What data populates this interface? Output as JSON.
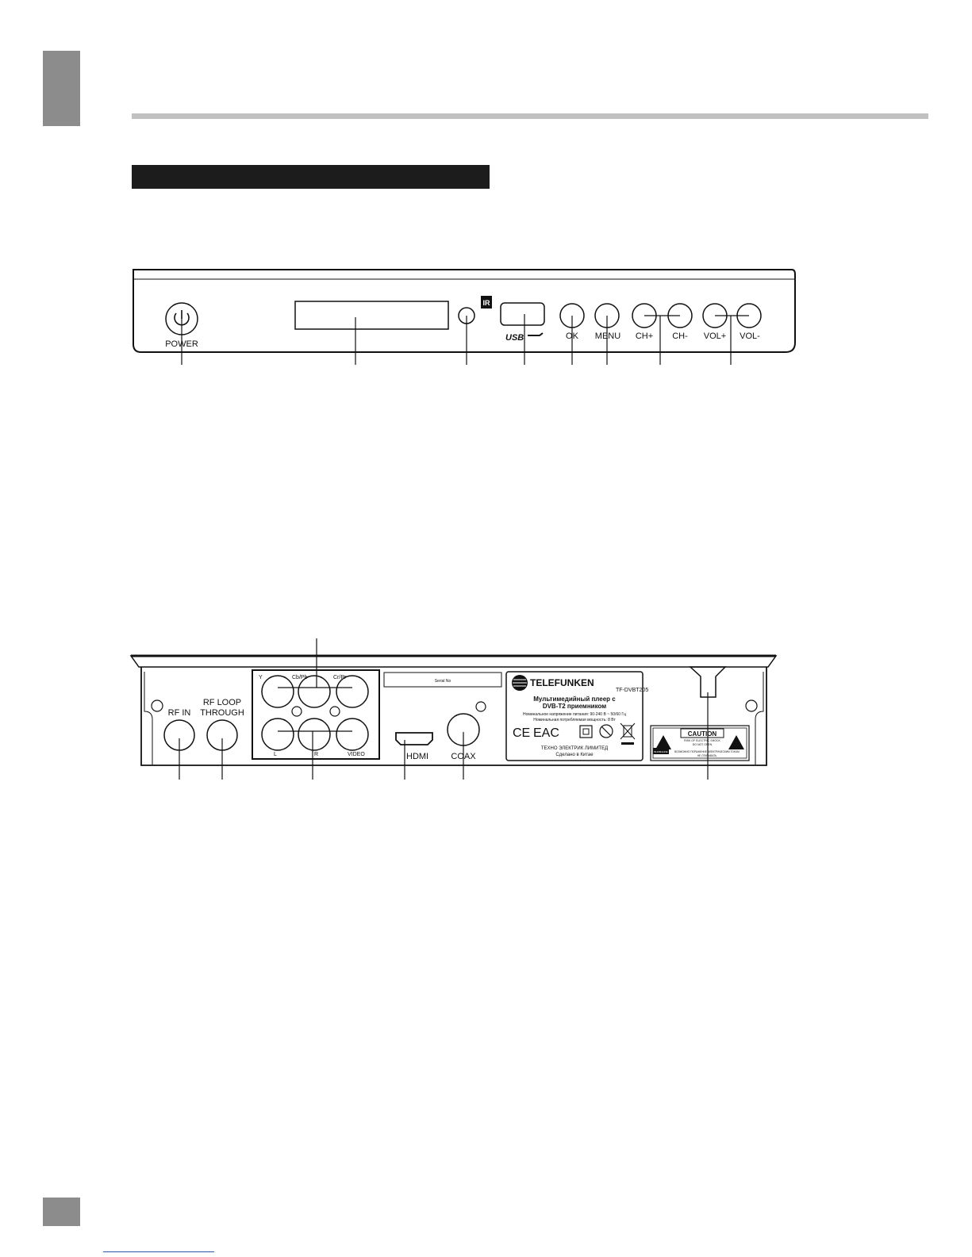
{
  "front_panel": {
    "power_label": "POWER",
    "ir_label": "IR",
    "usb_label": "USB",
    "ok_label": "OK",
    "menu_label": "MENU",
    "ch_plus_label": "CH+",
    "ch_minus_label": "CH-",
    "vol_plus_label": "VOL+",
    "vol_minus_label": "VOL-"
  },
  "rear_panel": {
    "rf_in_label": "RF IN",
    "rf_loop_label_1": "RF LOOP",
    "rf_loop_label_2": "THROUGH",
    "y_label": "Y",
    "cbpb_label": "Cb/Pb",
    "crpr_label": "Cr/Pr",
    "l_label": "L",
    "r_label": "R",
    "video_label": "VIDEO",
    "hdmi_label": "HDMI",
    "coax_label": "COAX",
    "serial_label": "Serial No",
    "brand": "TELEFUNKEN",
    "model": "TF-DVBT205",
    "product_line_1": "Мультимедийный плеер с",
    "product_line_2": "DVB-T2 приемником",
    "spec_1": "Номинальное напряжение питания: 90-240 В ~ 50/60 Гц",
    "spec_2": "Номинальная потребляемая мощность: 8 Вт",
    "cert_ce": "CE",
    "cert_eac": "EAC",
    "company": "ТЕХНО ЭЛЕКТРИК ЛИМИТЕД",
    "origin": "Сделано в Китае",
    "caution_title": "CAUTION",
    "caution_line_1": "RISK OF ELECTRIC SHOCK",
    "caution_line_2": "DO NOT OPEN",
    "caution_side": "ВНИМАНИЕ",
    "caution_ru": "ВОЗМОЖНО ПОРАЖЕНИЕ ЭЛЕКТРИЧЕСКИМ ТОКОМ",
    "caution_ru_2": "НЕ ОТКРЫВАТЬ"
  }
}
